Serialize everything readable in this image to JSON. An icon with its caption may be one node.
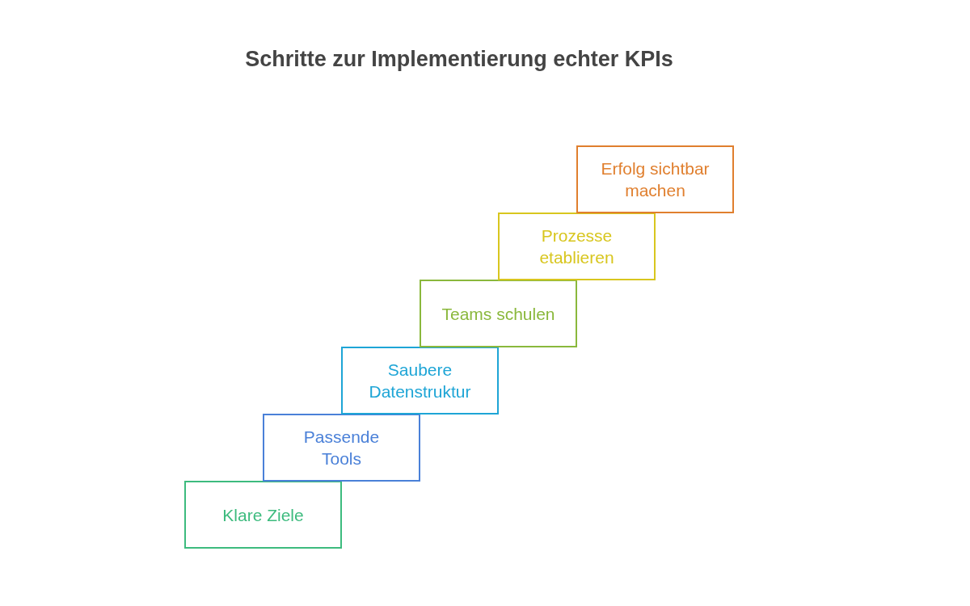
{
  "diagram": {
    "title": "Schritte zur Implementierung echter KPIs",
    "nodes": [
      {
        "text": [
          "Klare Ziele"
        ]
      },
      {
        "text": [
          "Passende Tools"
        ]
      },
      {
        "text": [
          "Saubere Datenstruktur"
        ]
      },
      {
        "text": [
          "Teams schulen"
        ]
      },
      {
        "text": [
          "Prozesse etablieren"
        ]
      },
      {
        "text": [
          "Erfolg sichtbar machen"
        ]
      }
    ],
    "edges": []
  }
}
